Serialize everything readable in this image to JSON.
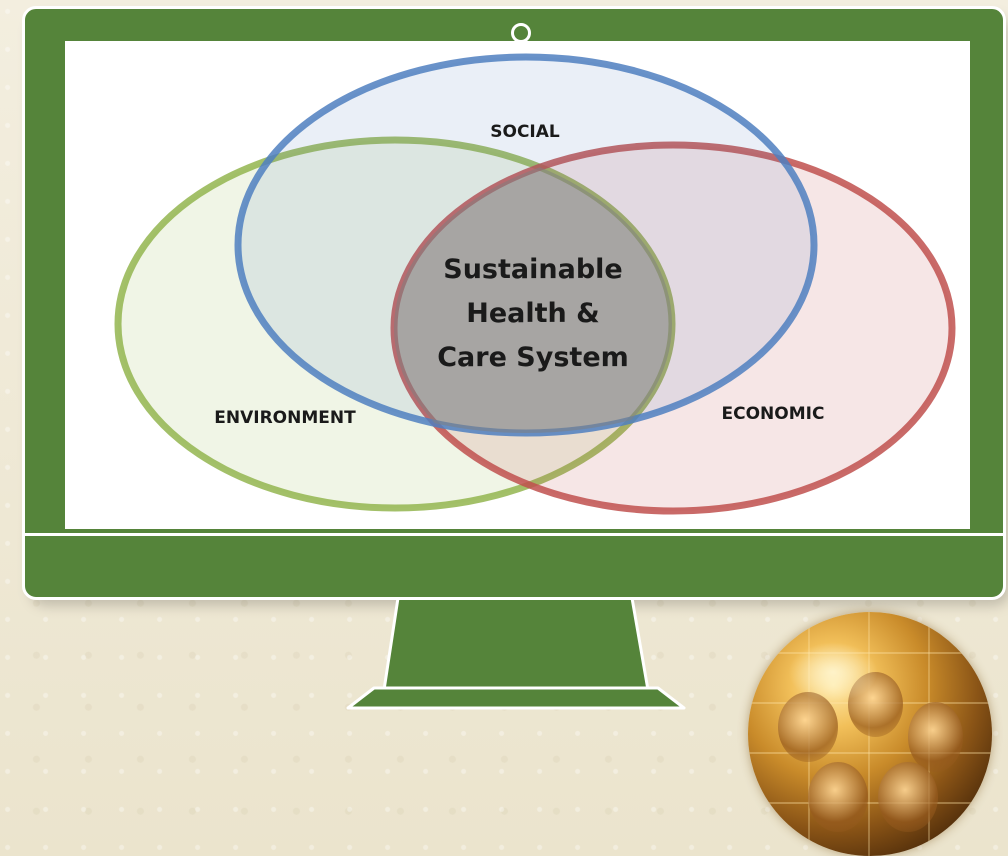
{
  "diagram": {
    "center_lines": [
      "Sustainable",
      "Health &",
      "Care System"
    ],
    "labels": {
      "social": "SOCIAL",
      "environment": "ENVIRONMENT",
      "economic": "ECONOMIC"
    },
    "colors": {
      "social": "#4f7fc0",
      "environment": "#93b54f",
      "economic": "#c0504d",
      "center_fill": "#a6a6a6"
    }
  },
  "device": {
    "frame_color": "#55843a",
    "icon": "desktop-monitor-icon"
  },
  "decoration": {
    "icon": "globe-with-faces-icon"
  }
}
